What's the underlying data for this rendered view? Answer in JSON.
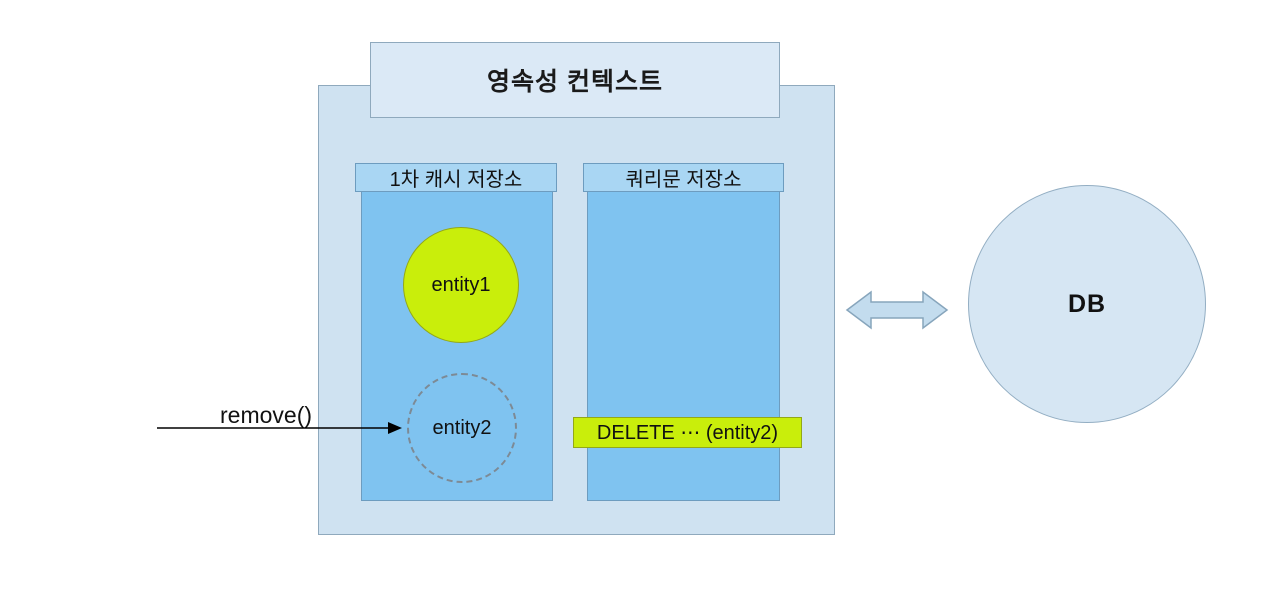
{
  "diagram": {
    "title": "영속성 컨텍스트",
    "cache_store": {
      "label": "1차 캐시 저장소",
      "entity1_label": "entity1",
      "entity2_label": "entity2"
    },
    "query_store": {
      "label": "쿼리문 저장소",
      "statement": "DELETE ⋯ (entity2)"
    },
    "action_label": "remove()",
    "database": {
      "label": "DB"
    },
    "colors": {
      "container_fill": "#cfe2f1",
      "container_border": "#8fa9bd",
      "store_fill": "#7fc3f0",
      "store_header_fill": "#a9d6f3",
      "highlight_green": "#c9ee0b",
      "db_fill": "#d6e6f3",
      "arrow_fill": "#c3dcee"
    }
  }
}
